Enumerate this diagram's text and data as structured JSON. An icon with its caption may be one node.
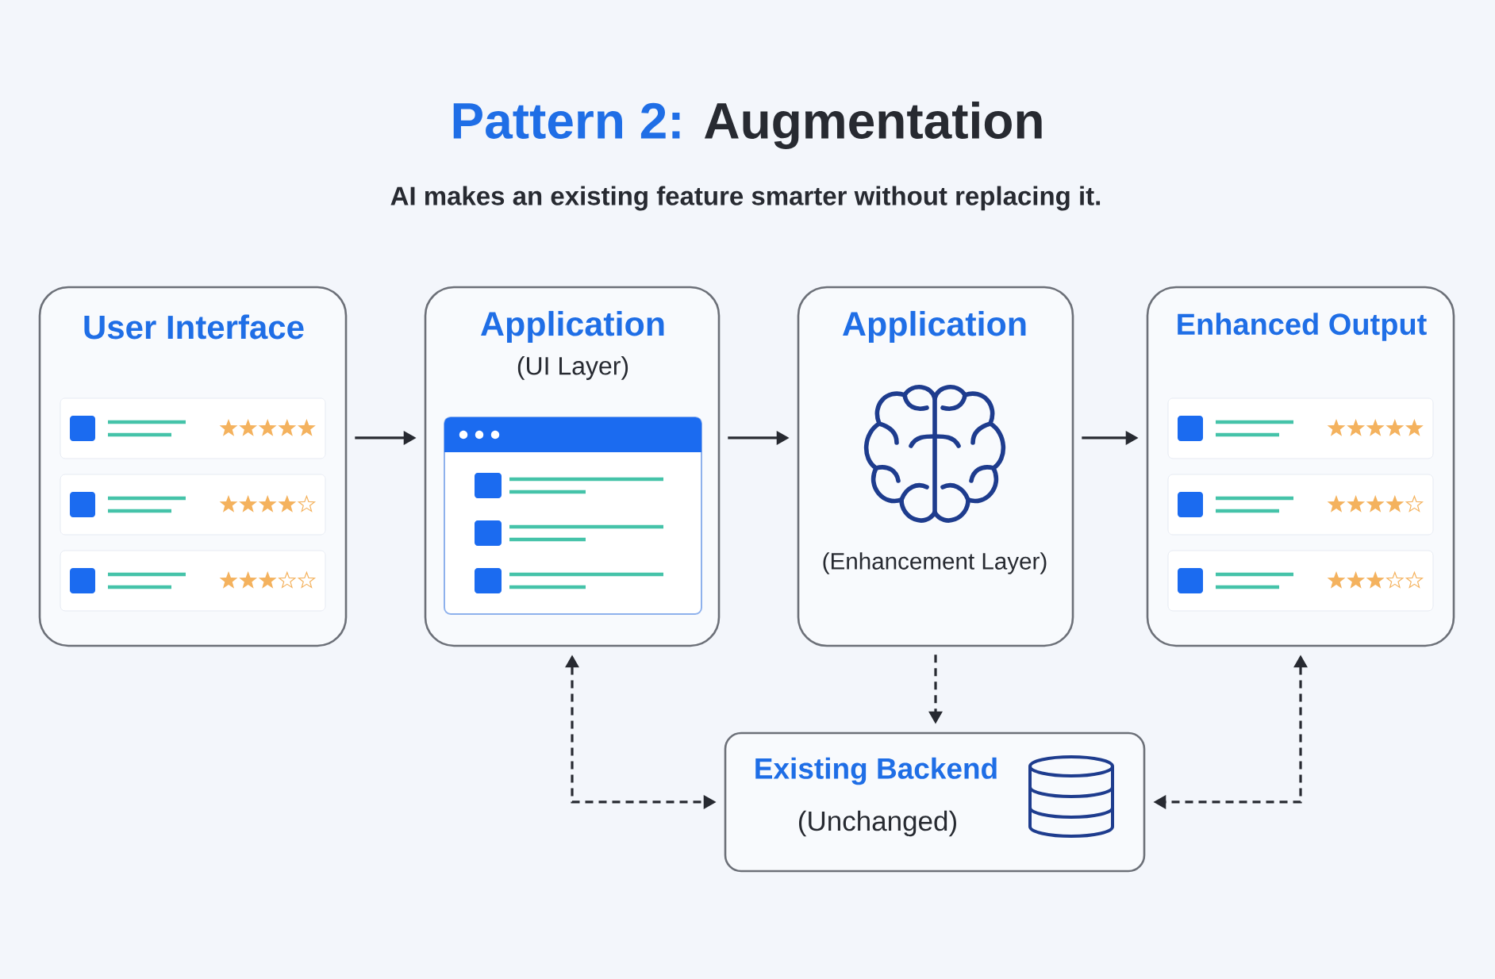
{
  "diagram": {
    "title": "Pattern 2: Augmentation",
    "nodes": [
      {
        "text": [
          "User Interface"
        ]
      },
      {
        "text": [
          "Application",
          "(UI Layer)"
        ]
      },
      {
        "text": [
          "Application",
          "(Enhancement Layer)"
        ]
      },
      {
        "text": [
          "Enhanced Output"
        ]
      },
      {
        "text": [
          "Existing Backend",
          "(Unchanged)"
        ]
      }
    ],
    "edges": [
      {
        "from": 0,
        "to": 1,
        "arrow": "to"
      },
      {
        "from": 1,
        "to": 2,
        "arrow": "to"
      },
      {
        "from": 2,
        "to": 3,
        "arrow": "to"
      },
      {
        "from": 1,
        "to": 4,
        "arrow": "both",
        "style": "dashed"
      },
      {
        "from": 2,
        "to": 4,
        "arrow": "to",
        "style": "dashed"
      },
      {
        "from": 3,
        "to": 4,
        "arrow": "both",
        "style": "dashed"
      }
    ],
    "labels": [
      "AI makes an existing feature smarter without replacing it."
    ]
  }
}
